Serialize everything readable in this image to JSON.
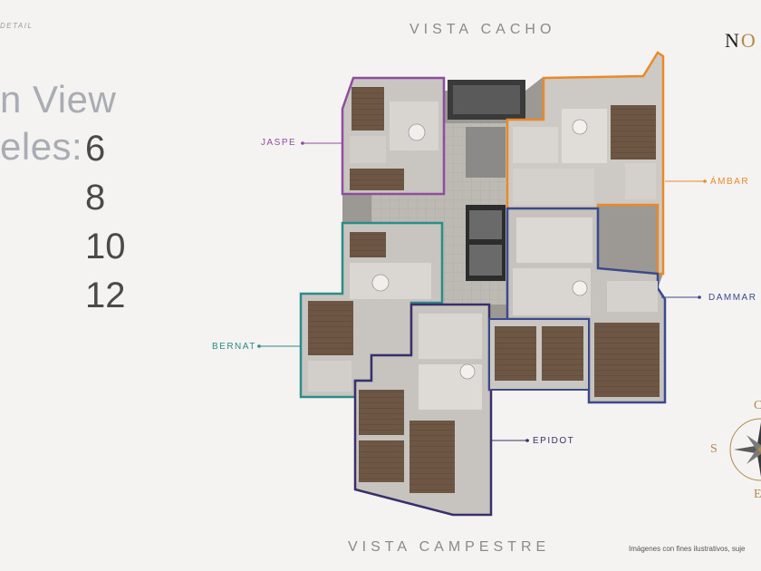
{
  "corner_label": "DETAIL",
  "title": {
    "line1": "n View",
    "line2": "eles:"
  },
  "levels": [
    "6",
    "8",
    "10",
    "12"
  ],
  "vista_top": "VISTA CACHO",
  "vista_bottom": "VISTA CAMPESTRE",
  "units": {
    "jaspe": "JASPE",
    "ambar": "ÁMBAR",
    "dammar": "DAMMAR",
    "bernat": "BERNAT",
    "epidot": "EPIDOT"
  },
  "colors": {
    "jaspe": "#8e4d9e",
    "ambar": "#e98a2a",
    "dammar": "#3b4a8c",
    "bernat": "#2c8c88",
    "epidot": "#3b2f6b",
    "accent_gold": "#b08a4a"
  },
  "logo": {
    "letter": "N",
    "mark": "O"
  },
  "compass": {
    "north": "C",
    "west": "S",
    "south": "E",
    "icon": "compass-rose-icon"
  },
  "disclaimer": "Imágenes con fines ilustrativos, suje"
}
